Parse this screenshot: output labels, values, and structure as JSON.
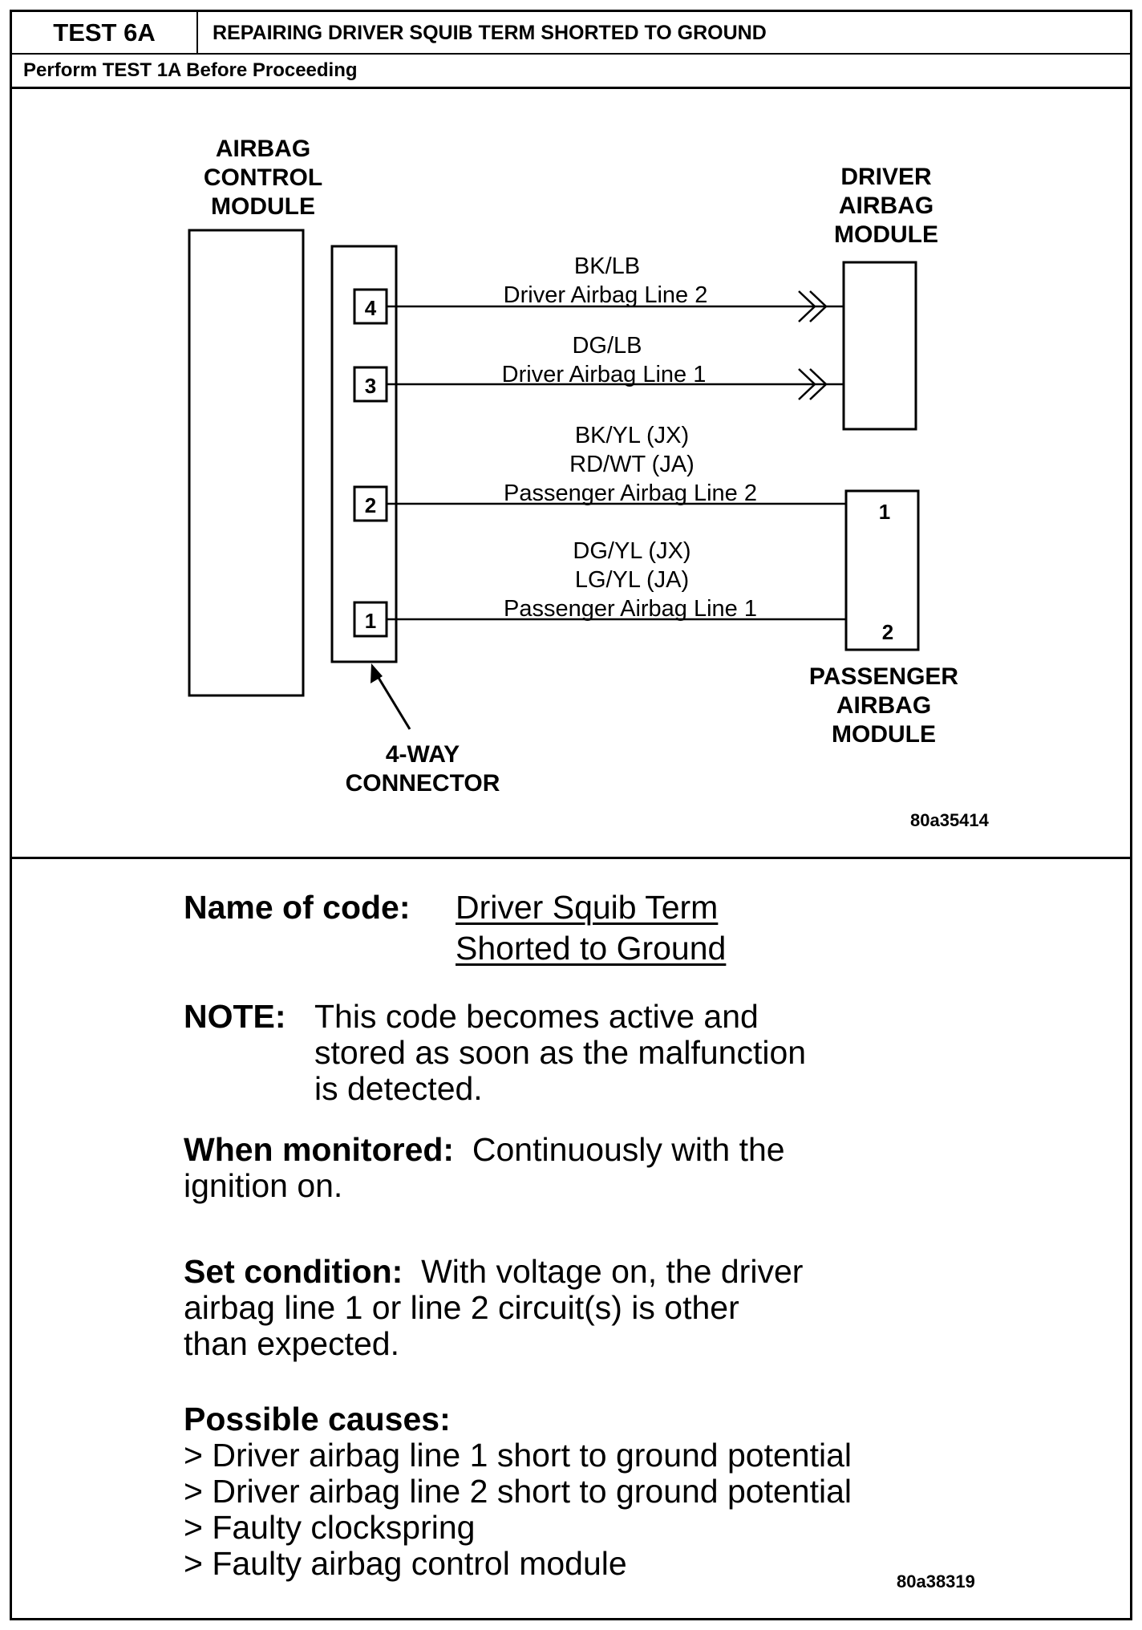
{
  "header": {
    "test_id": "TEST 6A",
    "title": "REPAIRING DRIVER SQUIB TERM SHORTED TO GROUND",
    "prerequisite": "Perform TEST 1A Before Proceeding"
  },
  "diagram": {
    "acm_label": [
      "AIRBAG",
      "CONTROL",
      "MODULE"
    ],
    "driver_label": [
      "DRIVER",
      "AIRBAG",
      "MODULE"
    ],
    "passenger_label": [
      "PASSENGER",
      "AIRBAG",
      "MODULE"
    ],
    "connector_label": [
      "4-WAY",
      "CONNECTOR"
    ],
    "pins": [
      "4",
      "3",
      "2",
      "1"
    ],
    "passenger_pins": [
      "1",
      "2"
    ],
    "wires": {
      "pin4": [
        "BK/LB",
        "Driver Airbag Line 2"
      ],
      "pin3": [
        "DG/LB",
        "Driver Airbag Line 1"
      ],
      "pin2": [
        "BK/YL (JX)",
        "RD/WT (JA)",
        "Passenger Airbag Line 2"
      ],
      "pin1": [
        "DG/YL (JX)",
        "LG/YL (JA)",
        "Passenger Airbag Line 1"
      ]
    },
    "figure_id": "80a35414"
  },
  "info": {
    "code_name_label": "Name of code:",
    "code_name_line1": "Driver Squib Term",
    "code_name_line2": "Shorted to Ground",
    "note_label": "NOTE:",
    "note_lines": [
      "This code becomes active and",
      "stored as soon as the malfunction",
      "is detected."
    ],
    "monitored_label": "When monitored:",
    "monitored_text_1": "Continuously with the",
    "monitored_text_2": "ignition on.",
    "set_label": "Set condition:",
    "set_text_1": "With voltage on, the driver",
    "set_text_2": "airbag line 1 or line 2 circuit(s) is other",
    "set_text_3": "than expected.",
    "causes_label": "Possible causes:",
    "causes": [
      "> Driver airbag line 1 short to ground potential",
      "> Driver airbag line 2 short to ground potential",
      "> Faulty clockspring",
      "> Faulty airbag control module"
    ],
    "figure_id": "80a38319"
  }
}
